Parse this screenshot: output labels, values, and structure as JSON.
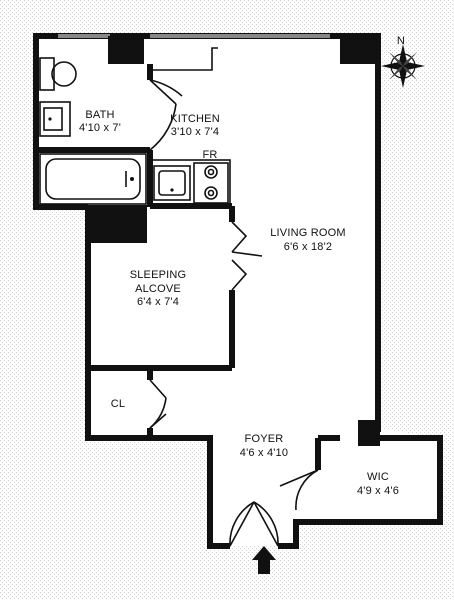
{
  "rooms": [
    {
      "name": "BATH",
      "dims": "4'10 x 7'"
    },
    {
      "name": "KITCHEN",
      "dims": "3'10 x 7'4"
    },
    {
      "name": "LIVING ROOM",
      "dims": "6'6 x 18'2"
    },
    {
      "name": "SLEEPING ALCOVE",
      "name_line1": "SLEEPING",
      "name_line2": "ALCOVE",
      "dims": "6'4 x 7'4"
    },
    {
      "name": "CL"
    },
    {
      "name": "FOYER",
      "dims": "4'6 x 4'10"
    },
    {
      "name": "WIC",
      "dims": "4'9 x 4'6"
    }
  ],
  "fixtures": {
    "fridge_label": "FR"
  },
  "compass": {
    "north_label": "N"
  },
  "icons": {
    "compass": "compass-rose-icon",
    "entry": "entry-arrow-icon"
  },
  "colors": {
    "wall": "#111111",
    "background": "#ffffff",
    "hatch": "#c8c8c8"
  }
}
